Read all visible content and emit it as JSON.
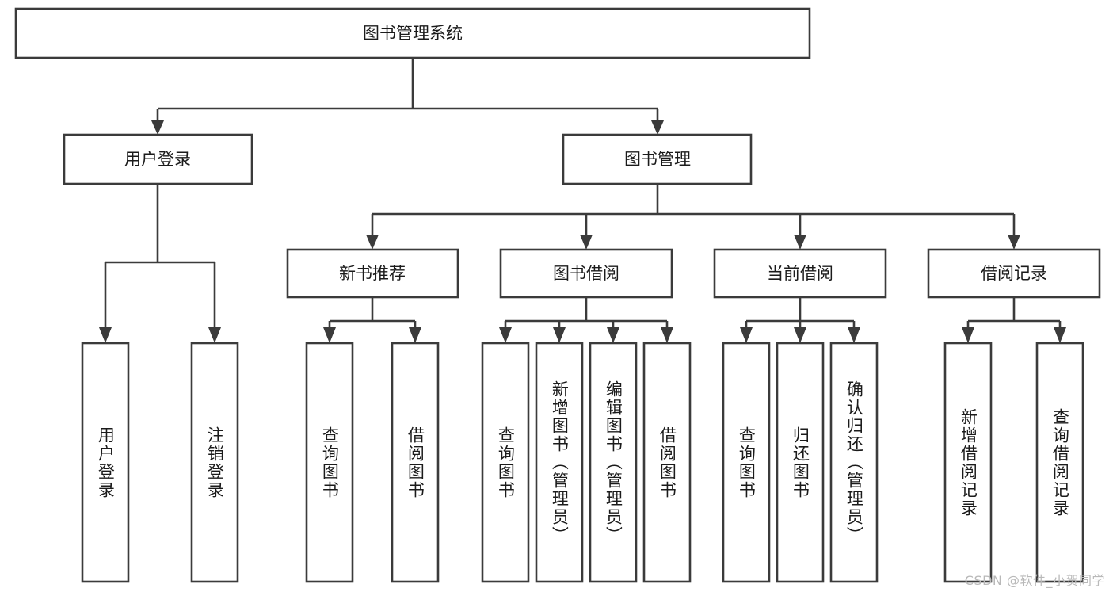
{
  "diagram": {
    "type": "hierarchy-tree",
    "title": "图书管理系统",
    "watermark": "CSDN @软件_小贺同学",
    "colors": {
      "stroke": "#3b3b3b",
      "box_fill": "#ffffff",
      "text": "#1b1b1b",
      "background": "#ffffff",
      "watermark": "#b9b9b9"
    },
    "root": {
      "label": "图书管理系统"
    },
    "level1": [
      {
        "label": "用户登录"
      },
      {
        "label": "图书管理"
      }
    ],
    "level2": [
      {
        "label": "新书推荐"
      },
      {
        "label": "图书借阅"
      },
      {
        "label": "当前借阅"
      },
      {
        "label": "借阅记录"
      }
    ],
    "leaves": {
      "user_login": [
        {
          "label": "用户登录"
        },
        {
          "label": "注销登录"
        }
      ],
      "new_book_recommend": [
        {
          "label": "查询图书"
        },
        {
          "label": "借阅图书"
        }
      ],
      "book_borrow": [
        {
          "label": "查询图书"
        },
        {
          "label": "新增图书（管理员）"
        },
        {
          "label": "编辑图书（管理员）"
        },
        {
          "label": "借阅图书"
        }
      ],
      "current_borrow": [
        {
          "label": "查询图书"
        },
        {
          "label": "归还图书"
        },
        {
          "label": "确认归还（管理员）"
        }
      ],
      "borrow_record": [
        {
          "label": "新增借阅记录"
        },
        {
          "label": "查询借阅记录"
        }
      ]
    }
  }
}
